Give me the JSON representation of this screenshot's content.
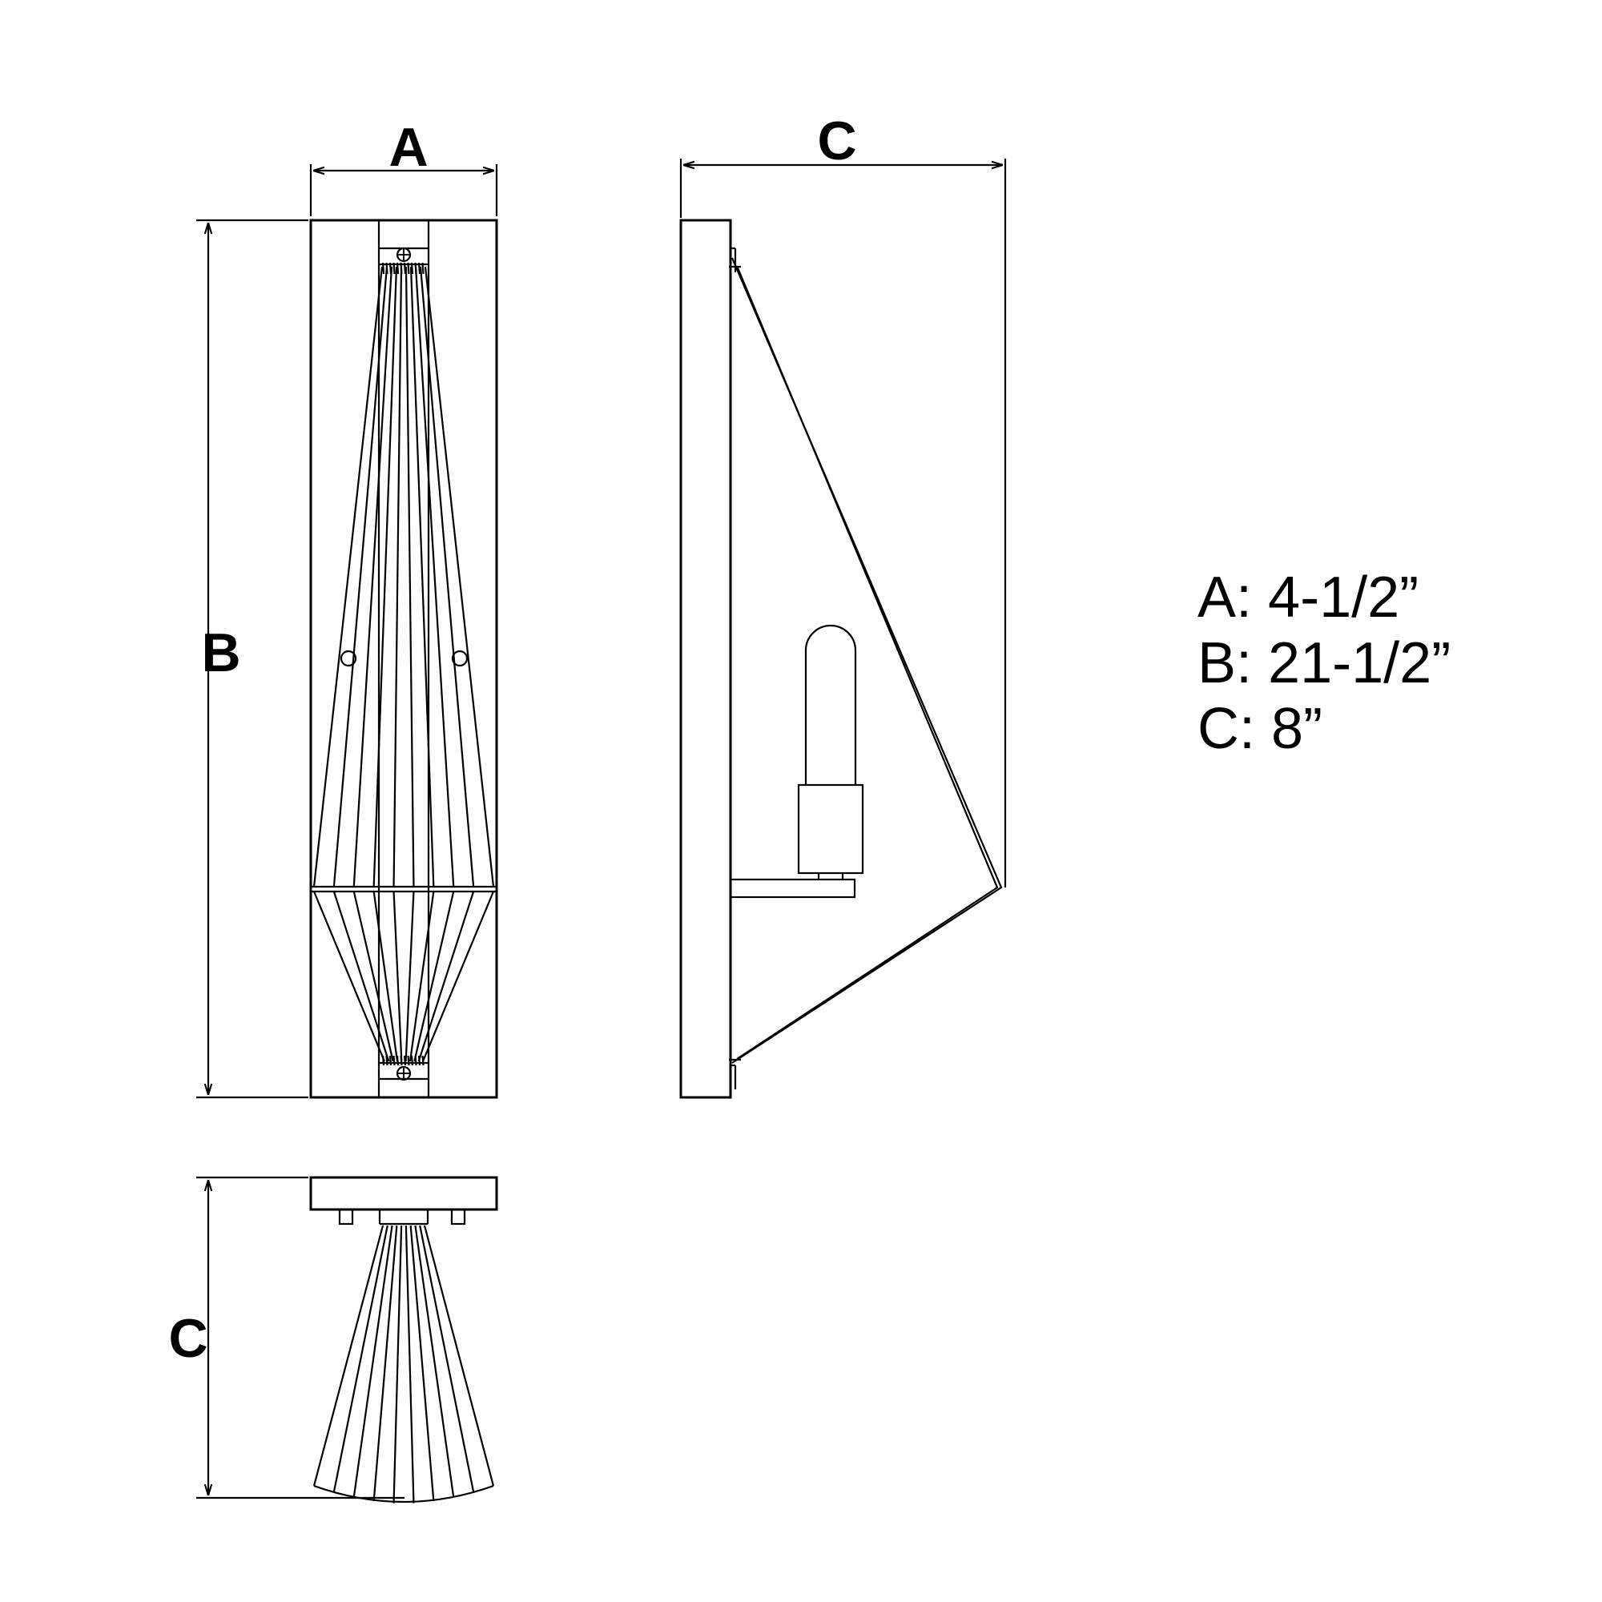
{
  "labels": {
    "front_width": "A",
    "front_height": "B",
    "side_depth": "C",
    "top_depth": "C"
  },
  "legend": [
    {
      "key": "A",
      "value": "4-1/2”"
    },
    {
      "key": "B",
      "value": "21-1/2”"
    },
    {
      "key": "C",
      "value": "8”"
    }
  ]
}
